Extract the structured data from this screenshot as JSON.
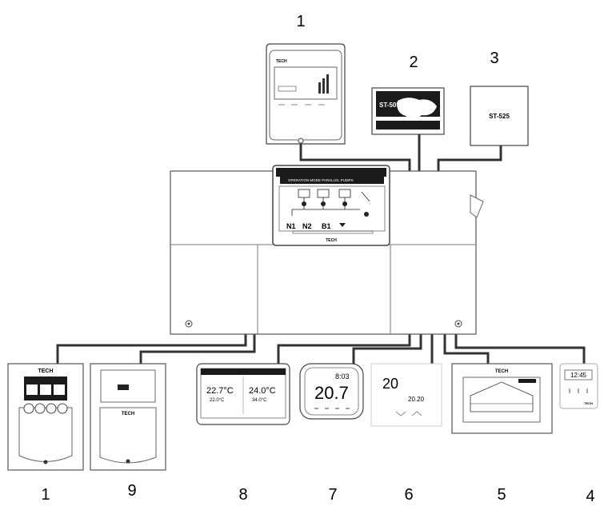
{
  "diagram": {
    "top_labels": {
      "top": "1",
      "internet": "2",
      "gsm": "3"
    },
    "bottom_labels": [
      "1",
      "9",
      "8",
      "7",
      "6",
      "5",
      "4"
    ],
    "brand": "TECH",
    "gsm_module_text": "ST-525",
    "internet_module_text": "ST-505",
    "controller_zones": [
      "N1",
      "N2",
      "B1"
    ],
    "thermo8": {
      "temp1": "22.7°C",
      "sub1": "22.0°C",
      "temp2": "24.0°C",
      "sub2": "34.0°C"
    },
    "thermo7": {
      "time": "8:03",
      "temp": "20.7"
    },
    "thermo6": {
      "temp": "20",
      "sub": "20.20"
    },
    "panel4": {
      "display": "12:45"
    },
    "colors": {
      "line": "#2a2a2a",
      "case": "#ffffff",
      "screen": "#1a1a1a"
    }
  }
}
